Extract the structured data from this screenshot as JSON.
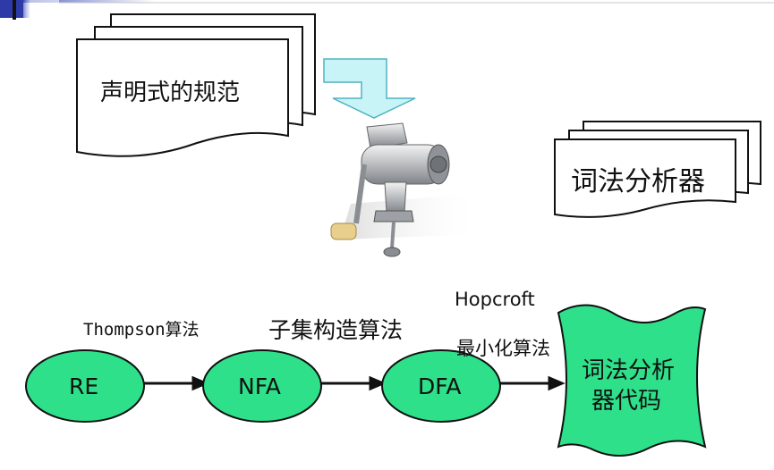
{
  "spec_doc": {
    "label": "声明式的规范"
  },
  "lexer_doc": {
    "label": "词法分析器"
  },
  "pipeline": {
    "nodes": [
      {
        "label": "RE"
      },
      {
        "label": "NFA"
      },
      {
        "label": "DFA"
      }
    ],
    "edges": [
      {
        "label": "Thompson算法"
      },
      {
        "label": "子集构造算法"
      },
      {
        "label": "Hopcroft",
        "label2": "最小化算法"
      }
    ],
    "output": {
      "line1": "词法分析",
      "line2": "器代码"
    }
  },
  "colors": {
    "node_fill": "#2ee08a",
    "output_fill": "#2ee08a",
    "arrow_fill": "#c8f3f7",
    "arrow_stroke": "#4fb3c0",
    "accent_blue": "#2d3aa8"
  },
  "icons": {
    "machine": "meat-grinder-icon"
  }
}
